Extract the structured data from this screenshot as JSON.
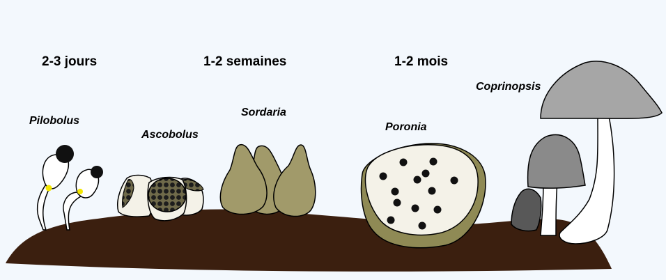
{
  "timeline": [
    {
      "id": "t1",
      "label": "2-3 jours"
    },
    {
      "id": "t2",
      "label": "1-2 semaines"
    },
    {
      "id": "t3",
      "label": "1-2 mois"
    }
  ],
  "organisms": [
    {
      "id": "pilobolus",
      "label": "Pilobolus"
    },
    {
      "id": "ascobolus",
      "label": "Ascobolus"
    },
    {
      "id": "sordaria",
      "label": "Sordaria"
    },
    {
      "id": "poronia",
      "label": "Poronia"
    },
    {
      "id": "coprinopsis",
      "label": "Coprinopsis"
    }
  ],
  "colors": {
    "background": "#f3f8fd",
    "soil": "#3b1f0f",
    "stalk": "#ffffff",
    "sporangium": "#111111",
    "subsporangial_swelling": "#f2e600",
    "perithecium": "#a19a6a",
    "stroma_rim": "#8f8a55",
    "stroma_face": "#f4f2e8",
    "cap_light": "#a6a6a6",
    "cap_mid": "#8a8a8a",
    "cap_dark": "#585858"
  }
}
